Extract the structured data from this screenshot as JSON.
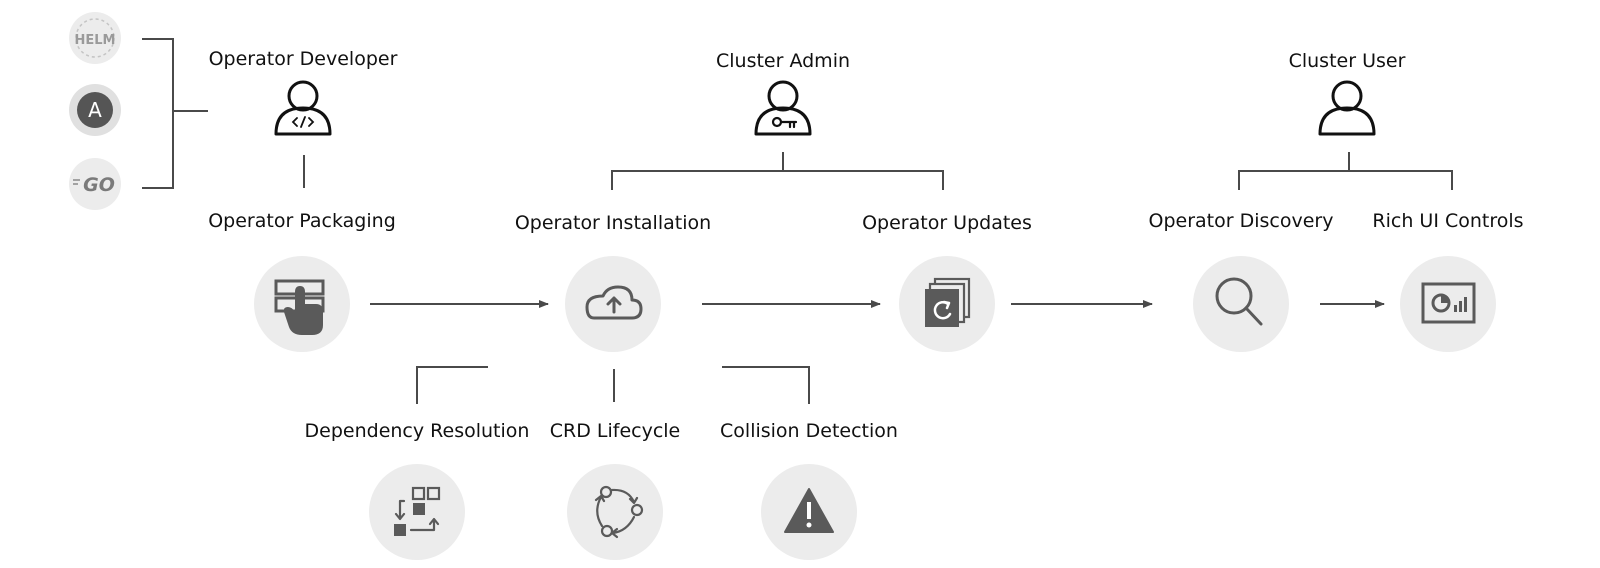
{
  "tools": {
    "helm": "HELM",
    "ansible": "A",
    "go": "GO"
  },
  "roles": {
    "developer": "Operator Developer",
    "admin": "Cluster Admin",
    "user": "Cluster User"
  },
  "stages": {
    "packaging": "Operator Packaging",
    "installation": "Operator Installation",
    "updates": "Operator Updates",
    "discovery": "Operator Discovery",
    "rich_ui": "Rich UI Controls"
  },
  "capabilities": {
    "dependency": "Dependency Resolution",
    "crd": "CRD Lifecycle",
    "collision": "Collision Detection"
  },
  "colors": {
    "circle_fill": "#ececec",
    "icon": "#5a5a5a",
    "line": "#4a4a4a",
    "text": "#111111"
  }
}
